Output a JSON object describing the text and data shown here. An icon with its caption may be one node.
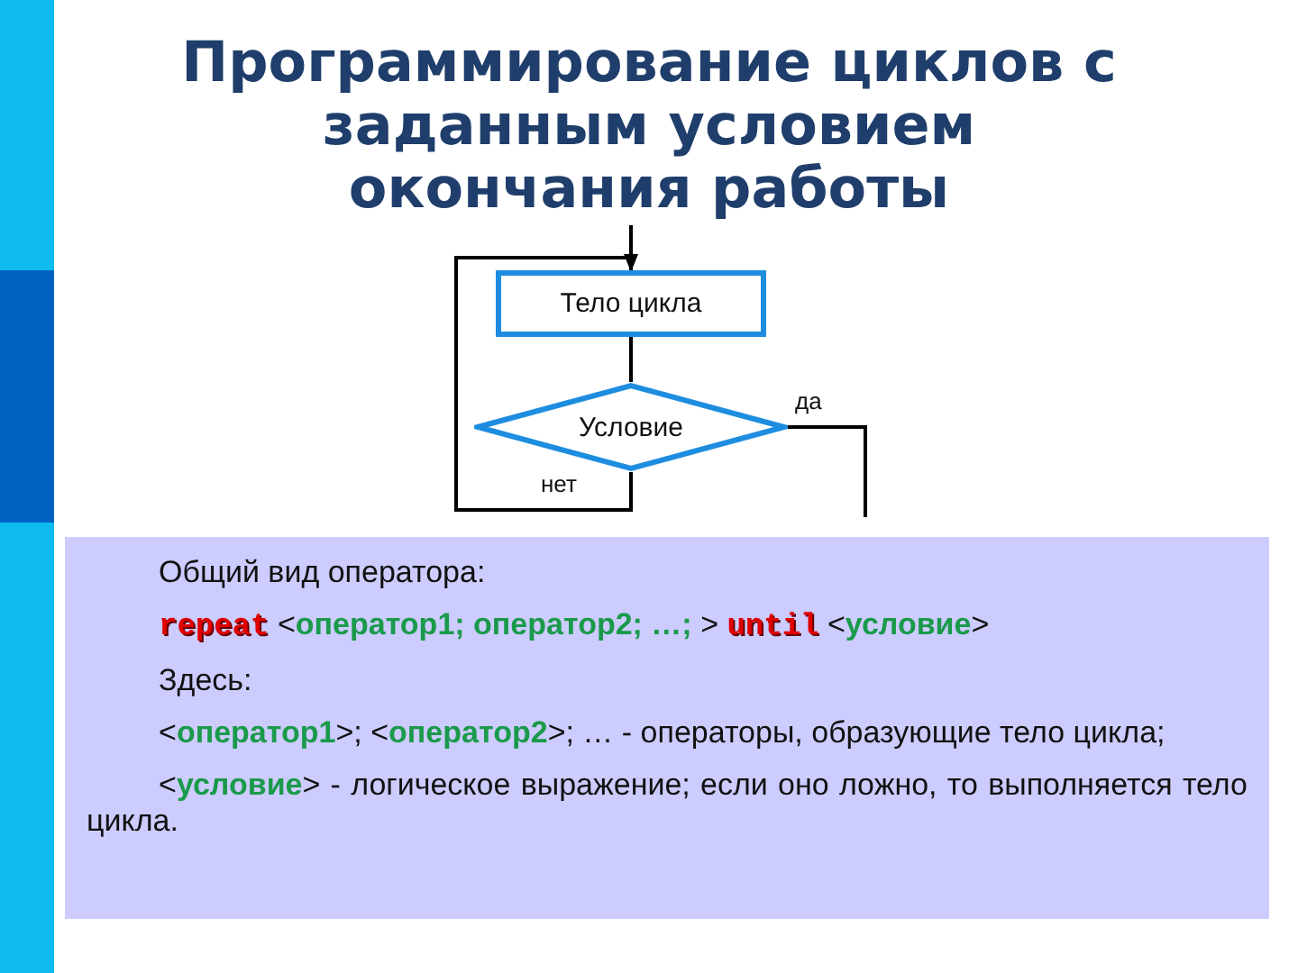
{
  "diagram": {
    "title": "Программирование циклов с заданным условием окончания работы",
    "nodes": [
      {
        "text": [
          "Тело цикла"
        ]
      },
      {
        "text": [
          "Условие"
        ]
      }
    ],
    "edges": [
      {
        "from": null,
        "to": 0,
        "arrow": "none"
      },
      {
        "from": 0,
        "to": 1,
        "arrow": "none"
      },
      {
        "from": 1,
        "to": null,
        "label": "да",
        "arrow": "none"
      },
      {
        "from": 1,
        "to": 0,
        "label": "нет",
        "arrow": "to"
      }
    ],
    "labels": [
      "Общий вид оператора:",
      "**repeat** <**оператор1; оператор2; …;** > **until** <**условие**>",
      "Здесь:",
      "<**оператор1**>; <**оператор2**>; … - операторы, образующие тело цикла;",
      "<**условие**> - логическое выражение; если оно ложно, то выполняется тело цикла."
    ]
  }
}
